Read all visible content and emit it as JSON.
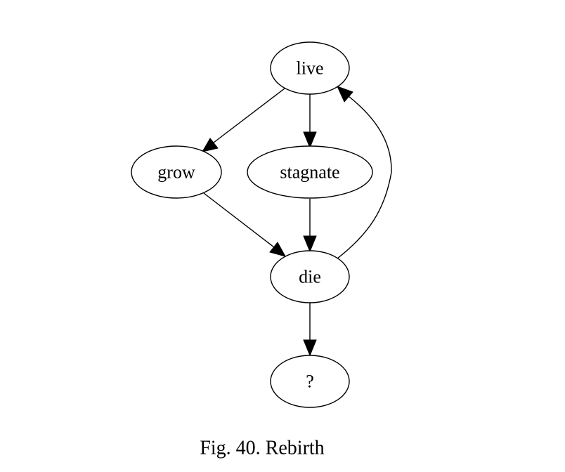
{
  "nodes": {
    "live": "live",
    "grow": "grow",
    "stagnate": "stagnate",
    "die": "die",
    "unknown": "?"
  },
  "edges": [
    {
      "from": "live",
      "to": "grow"
    },
    {
      "from": "live",
      "to": "stagnate"
    },
    {
      "from": "grow",
      "to": "die"
    },
    {
      "from": "stagnate",
      "to": "die"
    },
    {
      "from": "die",
      "to": "live"
    },
    {
      "from": "die",
      "to": "unknown"
    }
  ],
  "caption": "Fig. 40. Rebirth",
  "colors": {
    "stroke": "#000000",
    "background": "#ffffff"
  }
}
